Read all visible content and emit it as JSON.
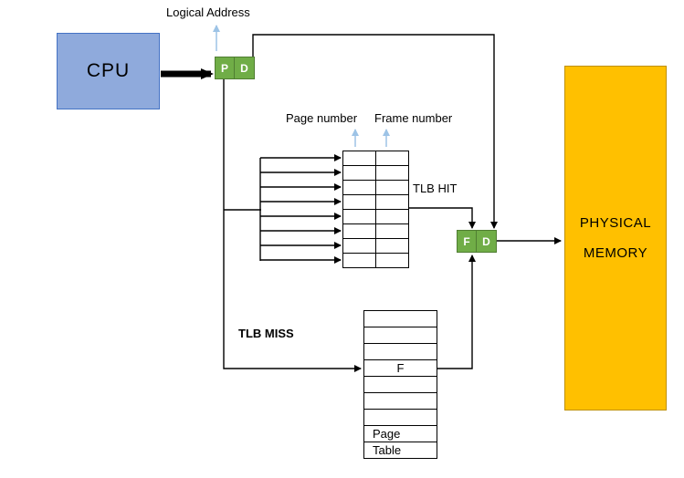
{
  "labels": {
    "logical_address": "Logical Address",
    "page_number": "Page number",
    "frame_number": "Frame number",
    "tlb_hit": "TLB HIT",
    "tlb_miss": "TLB MISS"
  },
  "cpu": {
    "label": "CPU"
  },
  "logical_register": {
    "p": "P",
    "d": "D"
  },
  "frame_register": {
    "f": "F",
    "d": "D"
  },
  "tlb": {
    "rows": 8,
    "columns": 2
  },
  "page_table": {
    "rows": 9,
    "frame_entry": "F",
    "caption_line1": "Page",
    "caption_line2": "Table"
  },
  "physical_memory": {
    "line1": "PHYSICAL",
    "line2": "MEMORY"
  },
  "colors": {
    "cpu_fill": "#8FAADC",
    "cpu_border": "#4472C4",
    "register_fill": "#70AD47",
    "register_border": "#507E32",
    "memory_fill": "#FFC000",
    "memory_border": "#BF9000",
    "wire": "#000000",
    "pointer_arrow": "#9DC3E6"
  }
}
